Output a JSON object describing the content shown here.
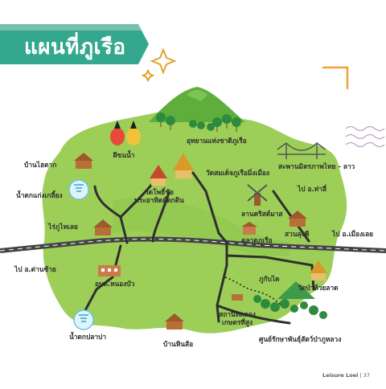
{
  "title": "แผนที่ภูเรือ",
  "footer": {
    "brand": "Leisure Loei",
    "separator": "|",
    "page": "37"
  },
  "colors": {
    "land": "#9dcf58",
    "land_dark": "#84bf45",
    "road": "#444444",
    "banner": "#34a88e",
    "banner_edge": "#c6dfd5",
    "text": "#2d2d2d",
    "accent": "#f2a23a"
  },
  "places": {
    "ban_huai_tak": "บ้านไฮตาก",
    "namtok_kaeng_hin_khiang": "น้ำตกแก่งเกลี้ยง",
    "rai_phu_loei": "ไร่ภูไทเลย",
    "to_dan_sai": "ไป อ.ด่านซ้าย",
    "phi_khon_nam": "ผีขนน้ำ",
    "wat_pho_chai": [
      "วัดโพธิ์ชัย",
      "พระอาทิตย์ตกดิน"
    ],
    "national_park": "อุทยานแห่งชาติภูเรือ",
    "wat_somdet": "วัดสมเด็จภูเรือมิ่งเมือง",
    "friendship_bridge": "สะพานมิตรภาพไทย - ลาว",
    "to_tha_li": "ไป อ.ท่าลี่",
    "lan_kris": "ลานคริสต์มาส",
    "talad_phu_ruea": "ตลาดภูเรือ",
    "suan_lung_phi": "สวนลุงพี",
    "to_mueang_loei": "ไป อ.เมืองเลย",
    "obt_nong_bua": "อบต.หนองบัว",
    "phu_ki_dai": "ภูกับได",
    "wat_pa_huai_lat": "วัดป่าห้วยลาด",
    "agri_station": [
      "สถานีทดลอง",
      "เกษตรที่สูง"
    ],
    "namtok_pla_ba": "น้ำตกปลาบ่า",
    "ban_hin_so": "บ้านหินส้อ",
    "plant_center": "ศูนย์รักษาพันธุ์สัตว์ป่าภูหลวง"
  },
  "icons": [
    "banner-ribbon",
    "sparkle-icon",
    "mountain-icon",
    "pine-forest-icon",
    "wooden-house-icon",
    "waterfall-icon",
    "phi-ta-khon-mask-icon",
    "temple-icon",
    "windmill-icon",
    "suspension-bridge-icon",
    "school-building-icon",
    "market-stall-icon",
    "wavy-lines-icon",
    "corner-mark-icon"
  ]
}
